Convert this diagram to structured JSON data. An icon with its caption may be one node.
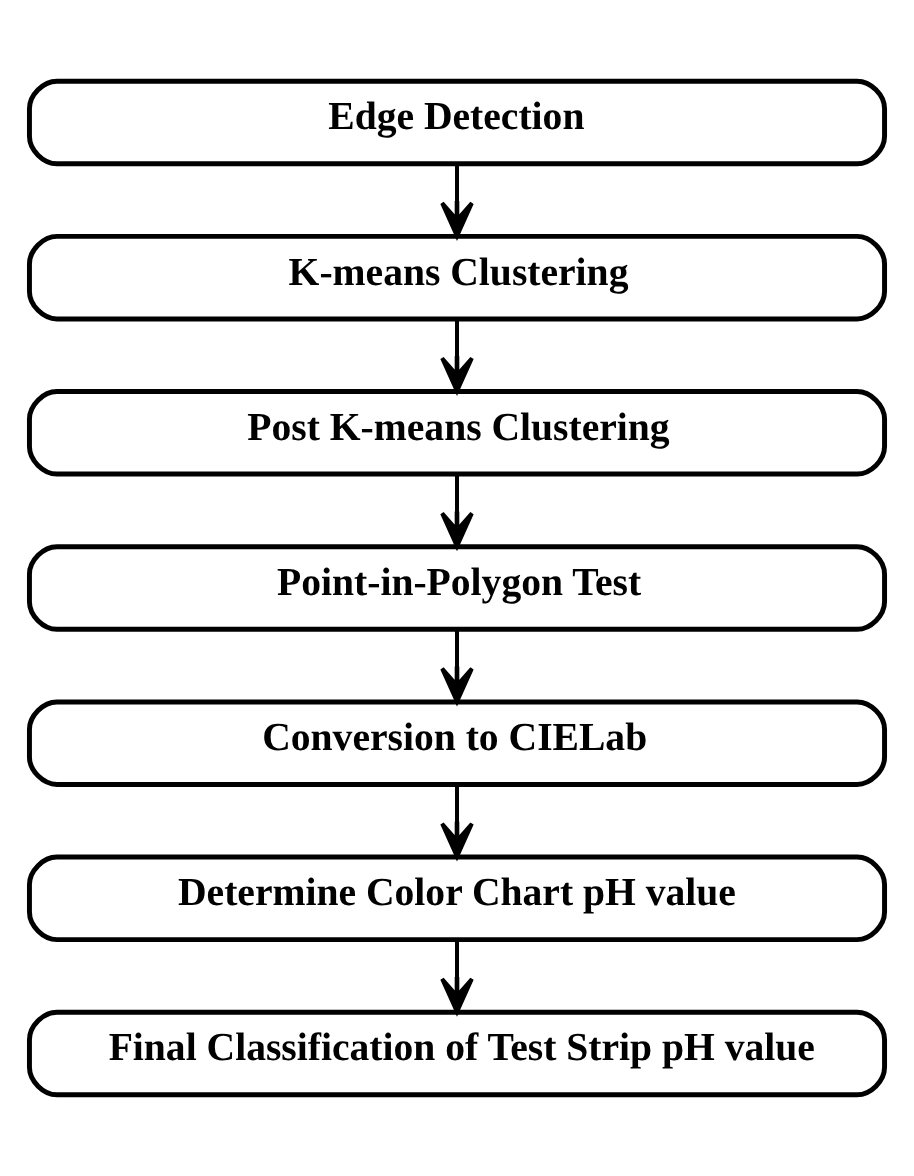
{
  "diagram": {
    "nodes": [
      {
        "text": [
          "Edge Detection"
        ]
      },
      {
        "text": [
          "K-means Clustering"
        ]
      },
      {
        "text": [
          "Post K-means Clustering"
        ]
      },
      {
        "text": [
          "Point-in-Polygon Test"
        ]
      },
      {
        "text": [
          "Conversion to CIELab"
        ]
      },
      {
        "text": [
          "Determine Color Chart pH value"
        ]
      },
      {
        "text": [
          "Final Classification of Test Strip pH value"
        ]
      }
    ],
    "edges": [
      {
        "from": 0,
        "to": 1,
        "arrow": "to"
      },
      {
        "from": 1,
        "to": 2,
        "arrow": "to"
      },
      {
        "from": 2,
        "to": 3,
        "arrow": "to"
      },
      {
        "from": 3,
        "to": 4,
        "arrow": "to"
      },
      {
        "from": 4,
        "to": 5,
        "arrow": "to"
      },
      {
        "from": 5,
        "to": 6,
        "arrow": "to"
      }
    ]
  }
}
